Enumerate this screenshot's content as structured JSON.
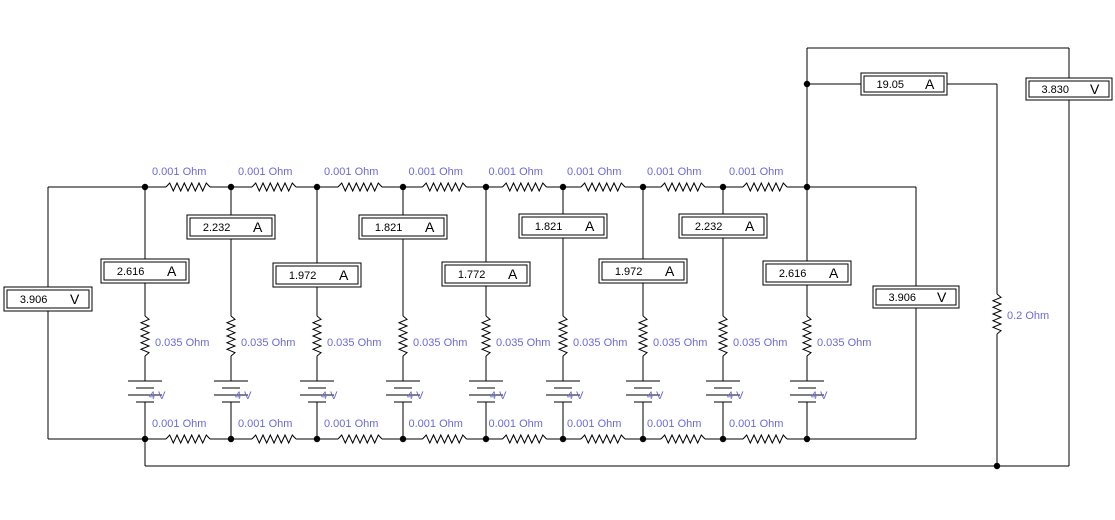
{
  "top_resistors": [
    {
      "label": "0.001  Ohm"
    },
    {
      "label": "0.001  Ohm"
    },
    {
      "label": "0.001  Ohm"
    },
    {
      "label": "0.001  Ohm"
    },
    {
      "label": "0.001  Ohm"
    },
    {
      "label": "0.001  Ohm"
    },
    {
      "label": "0.001  Ohm"
    },
    {
      "label": "0.001  Ohm"
    }
  ],
  "bottom_resistors": [
    {
      "label": "0.001  Ohm"
    },
    {
      "label": "0.001  Ohm"
    },
    {
      "label": "0.001  Ohm"
    },
    {
      "label": "0.001  Ohm"
    },
    {
      "label": "0.001  Ohm"
    },
    {
      "label": "0.001  Ohm"
    },
    {
      "label": "0.001  Ohm"
    },
    {
      "label": "0.001  Ohm"
    }
  ],
  "branches": [
    {
      "ammeter": "2.616",
      "unit": "A",
      "resistor": "0.035  Ohm",
      "battery": "4 V"
    },
    {
      "ammeter": "2.232",
      "unit": "A",
      "resistor": "0.035  Ohm",
      "battery": "4 V"
    },
    {
      "ammeter": "1.972",
      "unit": "A",
      "resistor": "0.035  Ohm",
      "battery": "4 V"
    },
    {
      "ammeter": "1.821",
      "unit": "A",
      "resistor": "0.035  Ohm",
      "battery": "4 V"
    },
    {
      "ammeter": "1.772",
      "unit": "A",
      "resistor": "0.035  Ohm",
      "battery": "4 V"
    },
    {
      "ammeter": "1.821",
      "unit": "A",
      "resistor": "0.035  Ohm",
      "battery": "4 V"
    },
    {
      "ammeter": "1.972",
      "unit": "A",
      "resistor": "0.035  Ohm",
      "battery": "4 V"
    },
    {
      "ammeter": "2.232",
      "unit": "A",
      "resistor": "0.035  Ohm",
      "battery": "4 V"
    },
    {
      "ammeter": "2.616",
      "unit": "A",
      "resistor": "0.035  Ohm",
      "battery": "4 V"
    }
  ],
  "voltmeter_left": {
    "value": "3.906",
    "unit": "V"
  },
  "voltmeter_right": {
    "value": "3.906",
    "unit": "V"
  },
  "voltmeter_load": {
    "value": "3.830",
    "unit": "V"
  },
  "ammeter_load": {
    "value": "19.05",
    "unit": "A"
  },
  "load_resistor": {
    "label": "0.2  Ohm"
  }
}
